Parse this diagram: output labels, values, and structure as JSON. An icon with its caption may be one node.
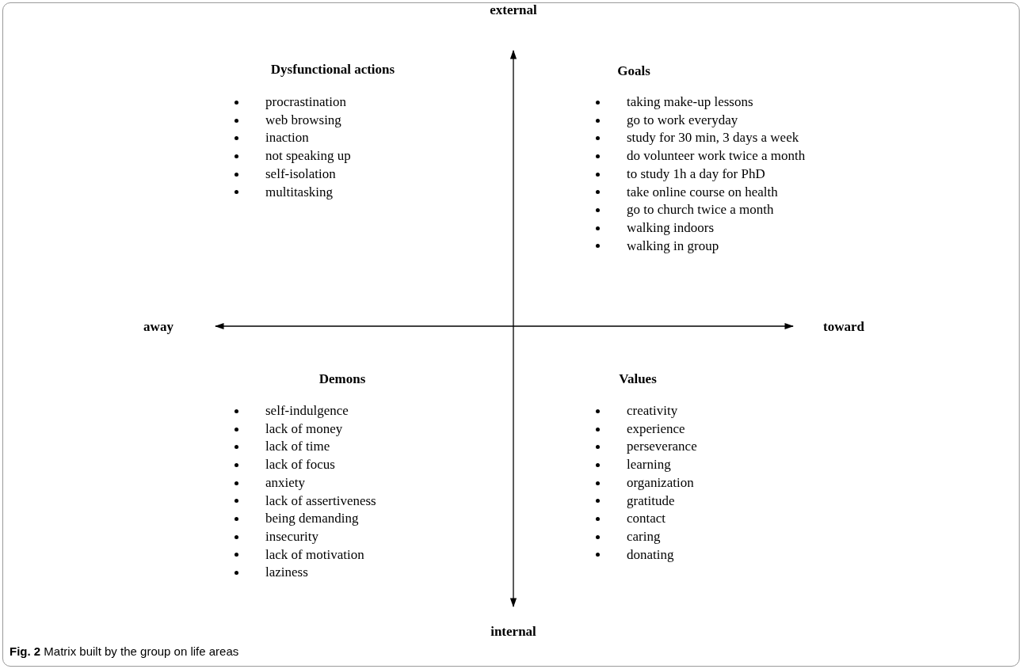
{
  "diagram": {
    "caption": "**Fig. 2** Matrix built by the group on life areas",
    "labels": [
      "external",
      "Dysfunctional actions",
      "procrastination",
      "web browsing",
      "inaction",
      "not speaking up",
      "self-isolation",
      "multitasking",
      "Goals",
      "taking make-up lessons",
      "go to work everyday",
      "study for 30 min, 3 days a week",
      "do volunteer work twice a month",
      "to study 1h a day for PhD",
      "take online course on health",
      "go to church twice a month",
      "walking indoors",
      "walking in group",
      "away",
      "toward",
      "Demons",
      "self-indulgence",
      "lack of money",
      "lack of time",
      "lack of focus",
      "anxiety",
      "lack of assertiveness",
      "being demanding",
      "insecurity",
      "lack of motivation",
      "laziness",
      "Values",
      "creativity",
      "experience",
      "perseverance",
      "learning",
      "organization",
      "gratitude",
      "contact",
      "caring",
      "donating",
      "internal"
    ]
  }
}
